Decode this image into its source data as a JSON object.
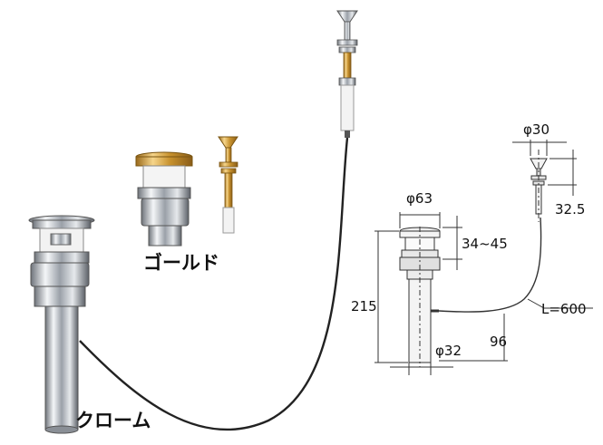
{
  "variants": {
    "chrome_label": "クローム",
    "gold_label": "ゴールド"
  },
  "dimensions": {
    "head_diameter": "φ63",
    "knob_diameter": "φ30",
    "knob_height": "32.5",
    "adjust_range": "34~45",
    "total_height": "215",
    "pipe_diameter": "φ32",
    "cable_length": "L=600",
    "cable_height": "96"
  },
  "colors": {
    "chrome": "#c8ccd2",
    "gold": "#d9a94a",
    "cable": "#222222",
    "line": "#333333"
  }
}
